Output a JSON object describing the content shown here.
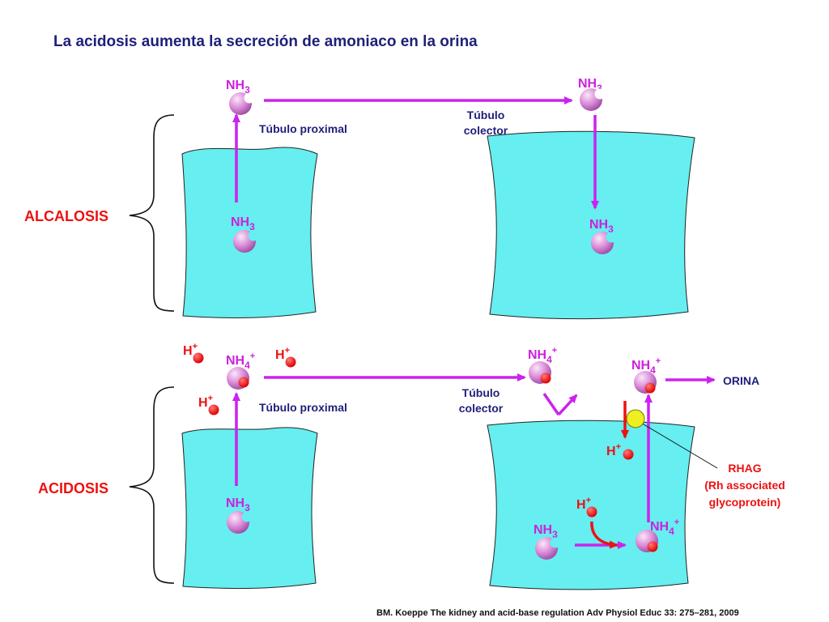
{
  "title": "La acidosis aumenta la secreción de amoniaco en la orina",
  "labels": {
    "alcalosis": "ALCALOSIS",
    "acidosis": "ACIDOSIS",
    "tubulo_proximal": "Túbulo proximal",
    "tubulo": "Túbulo",
    "colector": "colector",
    "nh": "NH",
    "sub_3": "3",
    "sub_4": "4",
    "sup_plus": "+",
    "h": "H",
    "orina": "ORINA",
    "rhag_1": "RHAG",
    "rhag_2": "(Rh associated",
    "rhag_3": "glycoprotein)"
  },
  "citation": "BM. Koeppe The kidney and acid-base regulation Adv Physiol Educ 33: 275–281, 2009",
  "colors": {
    "title": "#1f1f7a",
    "red": "#ee1111",
    "purple": "#cc22dd",
    "arrow": "#cc22ee",
    "cell": "#66eef0",
    "molecule_light": "#f4c8f2",
    "molecule_dark": "#b060b8",
    "rhag": "#eeee22",
    "brace": "#111111"
  }
}
